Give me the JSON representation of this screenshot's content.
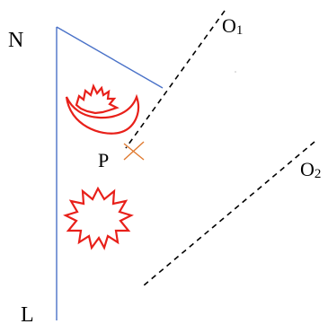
{
  "labels": {
    "N": "N",
    "L": "L",
    "P": "P",
    "O1": "O",
    "O1_sub": "1",
    "O2": "O",
    "O2_sub": "2"
  },
  "colors": {
    "mirror_line": "#4a72c8",
    "dashed_line": "#000000",
    "shape": "#e8201a",
    "cross": "#e07a30",
    "text": "#000000"
  },
  "icons": {
    "moon_shape": "crescent-with-sun",
    "sun_shape": "starburst-sun",
    "point_marker": "cross-marker"
  }
}
